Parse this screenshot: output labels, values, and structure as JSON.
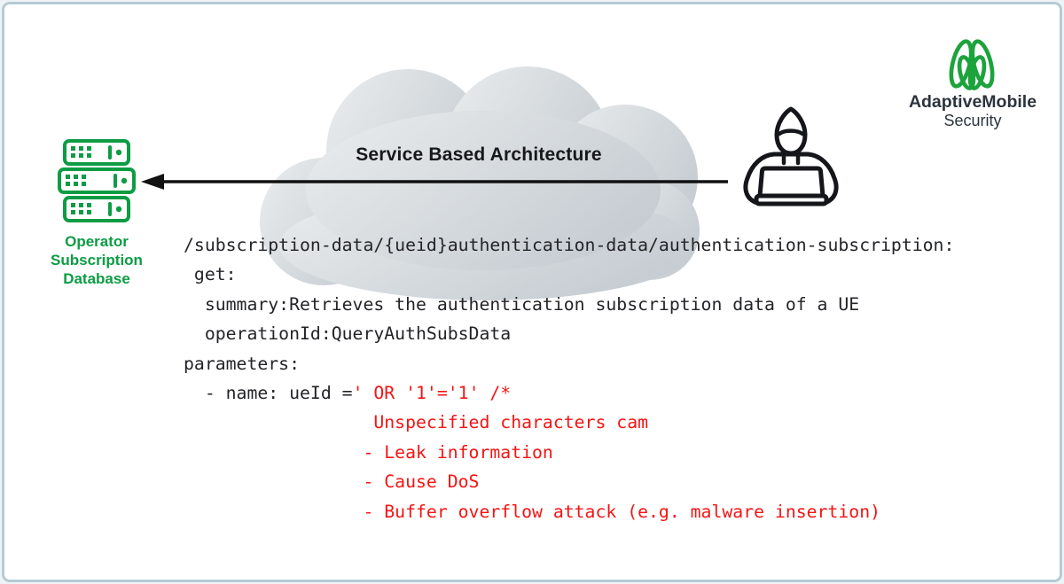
{
  "colors": {
    "border": "#b5cbd5",
    "ink": "#16181b",
    "brand_green": "#1ca33c",
    "db_green": "#0d9c44",
    "logo_text": "#2b343e",
    "code_dark": "#232428",
    "code_red": "#f41414",
    "cloud_light": "#e9eced",
    "cloud_dark": "#c7cdd3",
    "arrow_black": "#111111"
  },
  "cloud": {
    "title": "Service Based Architecture"
  },
  "database": {
    "label_lines": [
      "Operator",
      "Subscription",
      "Database"
    ],
    "icon": "server-stack-icon"
  },
  "attacker": {
    "icon": "hooded-hacker-laptop-icon"
  },
  "arrow": {
    "description": "attack arrow from hacker to operator subscription database",
    "direction": "right-to-left"
  },
  "logo": {
    "brand": "AdaptiveMobile",
    "sub": "Security",
    "icon": "adaptivemobile-woven-m-icon"
  },
  "code": {
    "dark": "#232428",
    "red": "#f41414",
    "lines": [
      {
        "parts": [
          {
            "t": "/subscription-data/{ueid}authentication-data/authentication-subscription:",
            "c": "dark"
          }
        ]
      },
      {
        "parts": [
          {
            "t": " get:",
            "c": "dark"
          }
        ]
      },
      {
        "parts": [
          {
            "t": "  summary:Retrieves the authentication subscription data of a UE",
            "c": "dark"
          }
        ]
      },
      {
        "parts": [
          {
            "t": "  operationId:QueryAuthSubsData",
            "c": "dark"
          }
        ]
      },
      {
        "parts": [
          {
            "t": "parameters:",
            "c": "dark"
          }
        ]
      },
      {
        "parts": [
          {
            "t": "  - name: ueId =",
            "c": "dark"
          },
          {
            "t": "' OR '1'='1' /*",
            "c": "red"
          }
        ]
      },
      {
        "parts": [
          {
            "t": "                  Unspecified characters cam",
            "c": "red"
          }
        ]
      },
      {
        "parts": [
          {
            "t": "                 - Leak information",
            "c": "red"
          }
        ]
      },
      {
        "parts": [
          {
            "t": "                 - Cause DoS",
            "c": "red"
          }
        ]
      },
      {
        "parts": [
          {
            "t": "                 - Buffer overflow attack (e.g. malware insertion)",
            "c": "red"
          }
        ]
      }
    ]
  }
}
